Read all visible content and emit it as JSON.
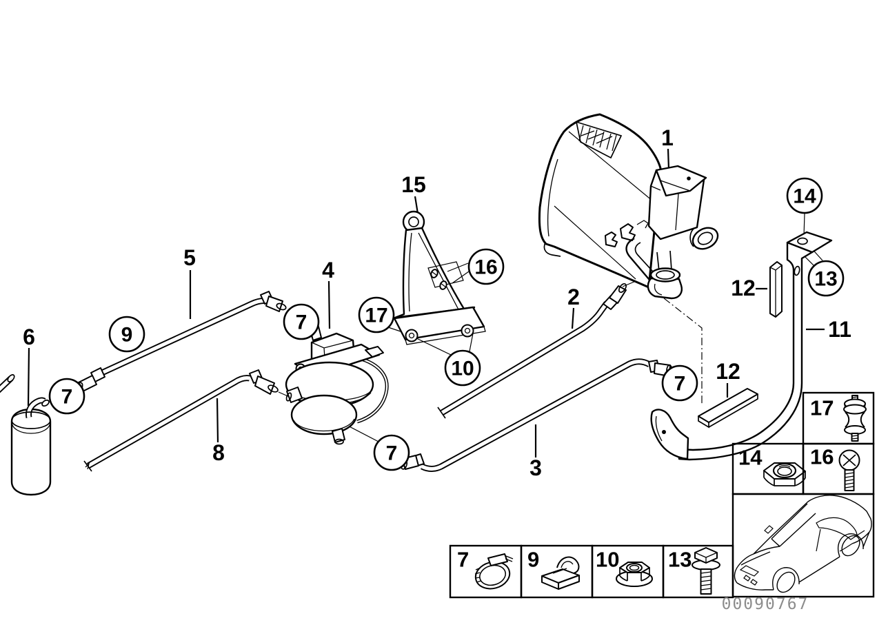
{
  "diagram": {
    "id_number": "00090767",
    "description": "parts-diagram-fuel-vapor-carbon-canister"
  },
  "callouts": {
    "plain": [
      {
        "num": "1"
      },
      {
        "num": "2"
      },
      {
        "num": "3"
      },
      {
        "num": "4"
      },
      {
        "num": "5"
      },
      {
        "num": "6"
      },
      {
        "num": "8"
      },
      {
        "num": "11"
      },
      {
        "num": "12"
      },
      {
        "num": "12"
      },
      {
        "num": "15"
      }
    ],
    "circled": [
      {
        "num": "9"
      },
      {
        "num": "7"
      },
      {
        "num": "7"
      },
      {
        "num": "17"
      },
      {
        "num": "10"
      },
      {
        "num": "16"
      },
      {
        "num": "13"
      },
      {
        "num": "14"
      },
      {
        "num": "7"
      },
      {
        "num": "7"
      }
    ]
  },
  "legend": {
    "bottom_row": [
      {
        "num": "7",
        "icon": "hose-clamp-icon"
      },
      {
        "num": "9",
        "icon": "holder-clip-icon"
      },
      {
        "num": "10",
        "icon": "flange-nut-icon"
      },
      {
        "num": "13",
        "icon": "hex-bolt-icon"
      }
    ],
    "side_panel": [
      {
        "num": "17",
        "icon": "rubber-mount-icon"
      },
      {
        "num": "14",
        "icon": "hex-nut-icon"
      },
      {
        "num": "16",
        "icon": "slotted-screw-icon"
      }
    ],
    "vehicle_thumbnail": "bmw-coupe-outline"
  }
}
